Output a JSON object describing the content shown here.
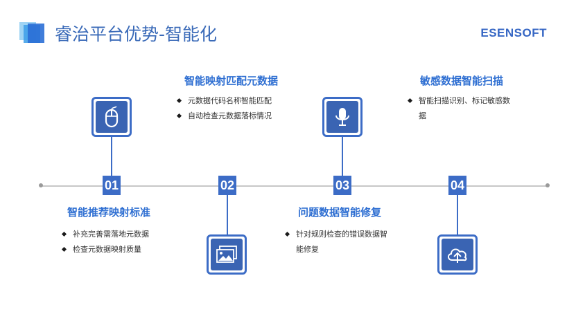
{
  "header": {
    "title": "睿治平台优势-智能化",
    "brand": "ESENSOFT"
  },
  "steps": [
    {
      "number": "01",
      "heading": "智能推荐映射标准",
      "bullets": [
        "补充完善需落地元数据",
        "检查元数据映射质量"
      ],
      "icon": "mouse-icon"
    },
    {
      "number": "02",
      "heading": "智能映射匹配元数据",
      "bullets": [
        "元数据代码名称智能匹配",
        "自动检查元数据落标情况"
      ],
      "icon": "image-icon"
    },
    {
      "number": "03",
      "heading": "问题数据智能修复",
      "bullets": [
        "针对规则检查的错误数据智",
        "能修复"
      ],
      "icon": "microphone-icon"
    },
    {
      "number": "04",
      "heading": "敏感数据智能扫描",
      "bullets": [
        "智能扫描识别、标记敏感数",
        "据"
      ],
      "icon": "cloud-upload-icon"
    }
  ],
  "colors": {
    "accent": "#3c6cc6",
    "title": "#3a6ab8",
    "heading": "#2f6fd2",
    "timeline": "#c7c7c7"
  }
}
